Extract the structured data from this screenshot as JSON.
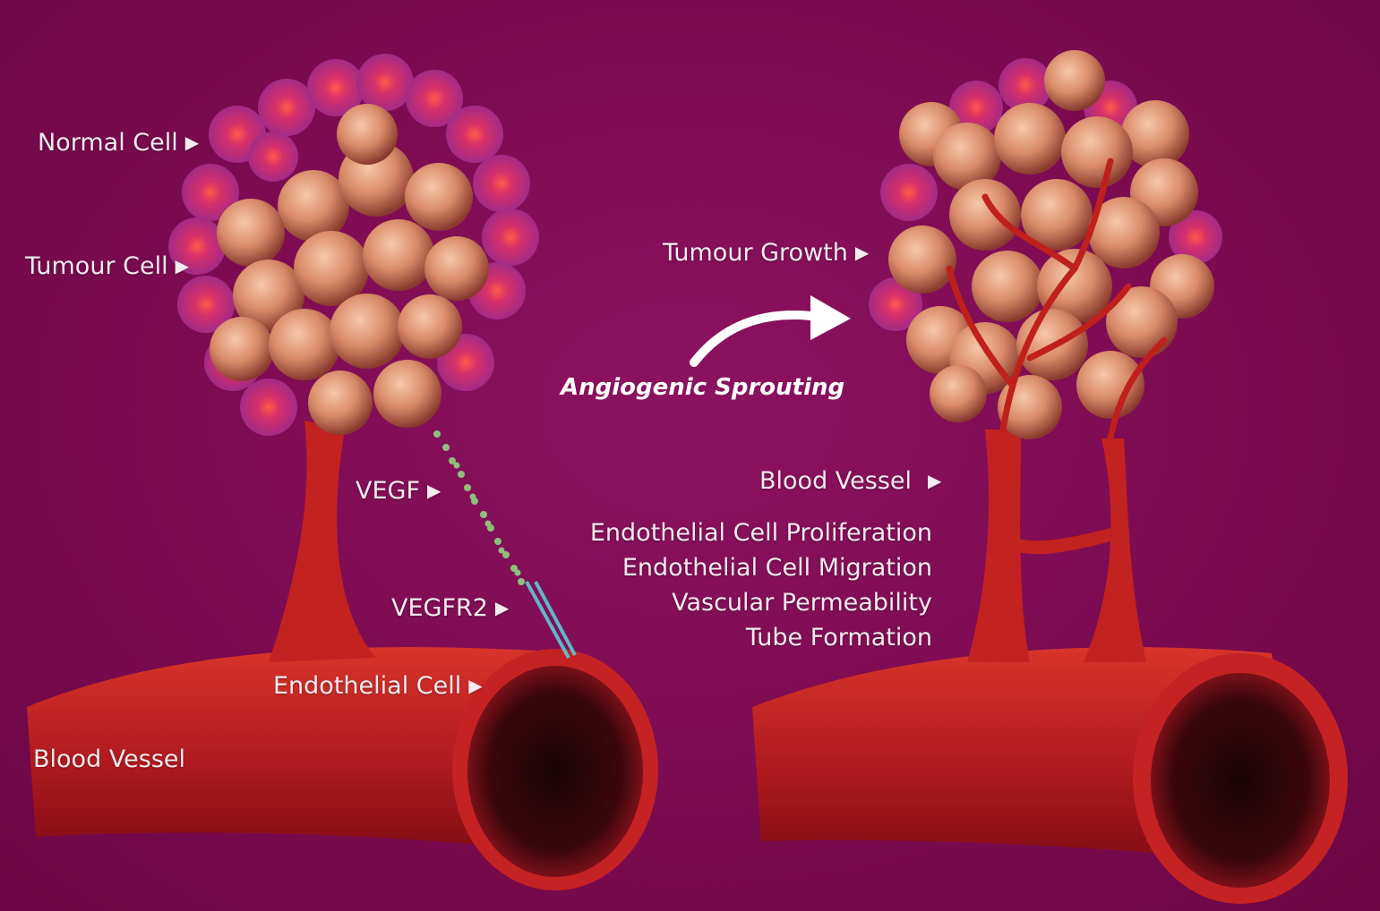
{
  "left_panel": {
    "normal_cell": "Normal Cell",
    "tumour_cell": "Tumour Cell",
    "vegf": "VEGF",
    "vegfr2": "VEGFR2",
    "endothelial_cell": "Endothelial Cell",
    "blood_vessel": "Blood Vessel"
  },
  "transition": {
    "label": "Angiogenic Sprouting"
  },
  "right_panel": {
    "tumour_growth": "Tumour Growth",
    "blood_vessel": "Blood Vessel",
    "effects": [
      "Endothelial Cell Proliferation",
      "Endothelial Cell Migration",
      "Vascular Permeability",
      "Tube Formation"
    ]
  },
  "colors": {
    "background": "#7c0a50",
    "vessel": "#c8201f",
    "tumour_cell": "#e8a07a",
    "normal_cell": "#c0306a",
    "vegf_dot": "#8fbf7a"
  }
}
